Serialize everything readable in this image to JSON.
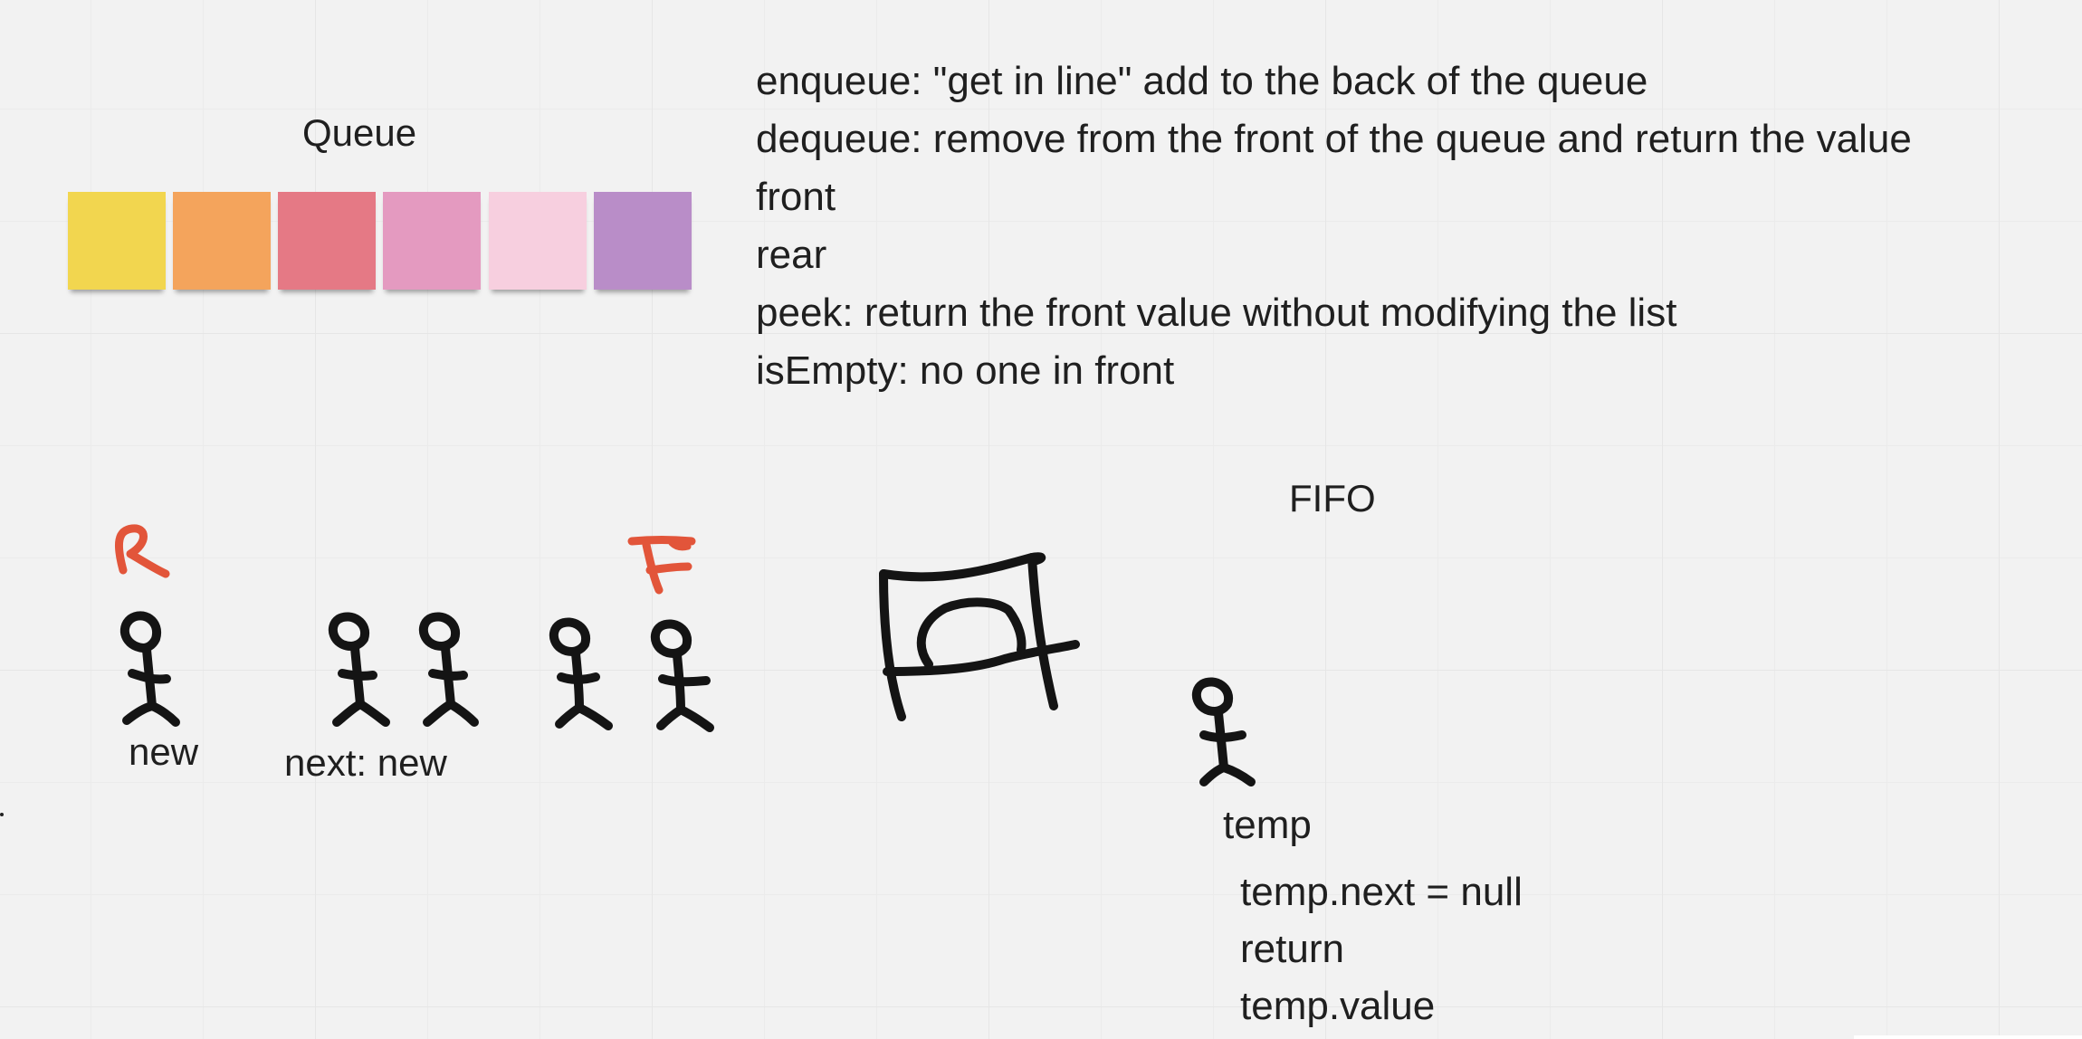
{
  "board": {
    "queue_title": "Queue",
    "sticky_notes": [
      {
        "color": "#f2d64f"
      },
      {
        "color": "#f4a45c"
      },
      {
        "color": "#e57985"
      },
      {
        "color": "#e49ac0"
      },
      {
        "color": "#f7cfdf"
      },
      {
        "color": "#b98dc8"
      }
    ],
    "operations": [
      "enqueue: \"get in line\" add to the back of the queue",
      "dequeue: remove from the front of the queue and return the value",
      "front",
      "rear",
      "peek: return the front value without modifying the list",
      "isEmpty: no one in front"
    ],
    "fifo_label": "FIFO",
    "rear_marker": "R",
    "front_marker": "F",
    "label_new": "new",
    "label_next_new": "next: new",
    "label_temp": "temp",
    "temp_code": [
      "temp.next = null",
      "return",
      "temp.value"
    ],
    "ink_color": "#141414",
    "marker_color": "#e2553a"
  }
}
